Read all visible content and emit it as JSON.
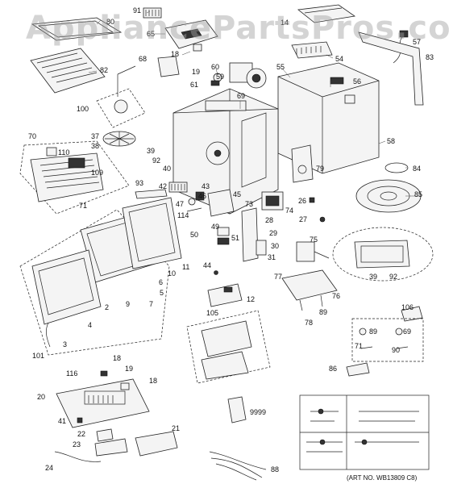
{
  "watermark": "AppliancePartsPros.com",
  "art_note": "(ART NO. WB13809 C8)",
  "callouts": [
    "91",
    "80",
    "65",
    "18",
    "60",
    "14",
    "57",
    "83",
    "82",
    "68",
    "19",
    "59",
    "61",
    "54",
    "55",
    "56",
    "100",
    "69",
    "37",
    "38",
    "39",
    "92",
    "40",
    "79",
    "58",
    "70",
    "110",
    "109",
    "71",
    "93",
    "42",
    "43",
    "46",
    "45",
    "84",
    "47",
    "114",
    "73",
    "74",
    "26",
    "85",
    "50",
    "49",
    "51",
    "28",
    "29",
    "27",
    "75",
    "30",
    "31",
    "44",
    "12",
    "11",
    "10",
    "6",
    "5",
    "7",
    "9",
    "2",
    "4",
    "3",
    "101",
    "77",
    "76",
    "78",
    "89",
    "105",
    "106",
    "69",
    "90",
    "89",
    "71",
    "39",
    "92",
    "86",
    "116",
    "18",
    "19",
    "18",
    "20",
    "41",
    "22",
    "21",
    "23",
    "9999",
    "24",
    "88"
  ]
}
